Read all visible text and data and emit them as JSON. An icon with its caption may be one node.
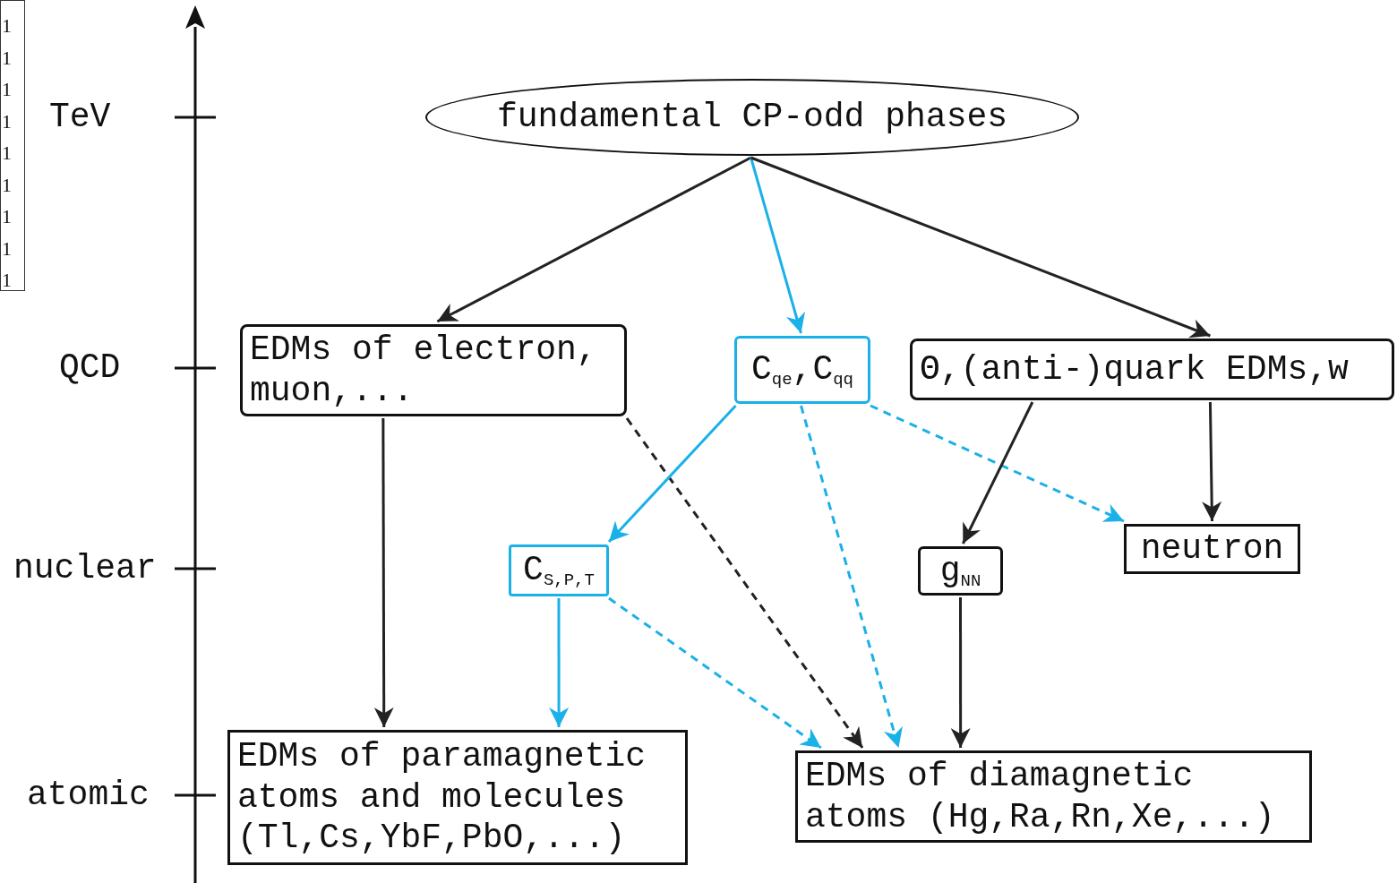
{
  "diagram": {
    "nodes": [
      {
        "text": [
          "fundamental CP-odd phases"
        ]
      },
      {
        "text": [
          "EDMs of electron, muon,..."
        ]
      },
      {
        "text": [
          "C$_{qe}$,C$_{qq}$"
        ]
      },
      {
        "text": [
          "Θ,(anti-)quark EDMs,w"
        ]
      },
      {
        "text": [
          "C$_{S,P,T}$"
        ]
      },
      {
        "text": [
          "g$_{NN}$"
        ]
      },
      {
        "text": [
          "neutron"
        ]
      },
      {
        "text": [
          "EDMs of paramagnetic atoms and molecules (Tl,Cs,YbF,PbO,...)"
        ]
      },
      {
        "text": [
          "EDMs of diamagnetic atoms (Hg,Ra,Rn,Xe,...)"
        ]
      }
    ],
    "edges": [
      {
        "from": 0,
        "to": 1,
        "arrow": "to"
      },
      {
        "from": 0,
        "to": 2,
        "arrow": "to",
        "color": "#1ab0e8"
      },
      {
        "from": 0,
        "to": 3,
        "arrow": "to"
      },
      {
        "from": 1,
        "to": 7,
        "arrow": "to"
      },
      {
        "from": 1,
        "to": 8,
        "arrow": "to",
        "style": "dashed"
      },
      {
        "from": 2,
        "to": 4,
        "arrow": "to",
        "color": "#1ab0e8"
      },
      {
        "from": 2,
        "to": 8,
        "arrow": "to",
        "style": "dashed",
        "color": "#1ab0e8"
      },
      {
        "from": 2,
        "to": 6,
        "arrow": "to",
        "style": "dashed",
        "color": "#1ab0e8"
      },
      {
        "from": 3,
        "to": 5,
        "arrow": "to"
      },
      {
        "from": 3,
        "to": 6,
        "arrow": "to"
      },
      {
        "from": 4,
        "to": 7,
        "arrow": "to",
        "color": "#1ab0e8"
      },
      {
        "from": 4,
        "to": 8,
        "arrow": "to",
        "style": "dashed",
        "color": "#1ab0e8"
      },
      {
        "from": 5,
        "to": 8,
        "arrow": "to"
      }
    ],
    "labels": [
      "1",
      "1",
      "1",
      "1",
      "1",
      "1",
      "1",
      "1",
      "1",
      "TeV",
      "QCD",
      "nuclear",
      "atomic"
    ]
  }
}
